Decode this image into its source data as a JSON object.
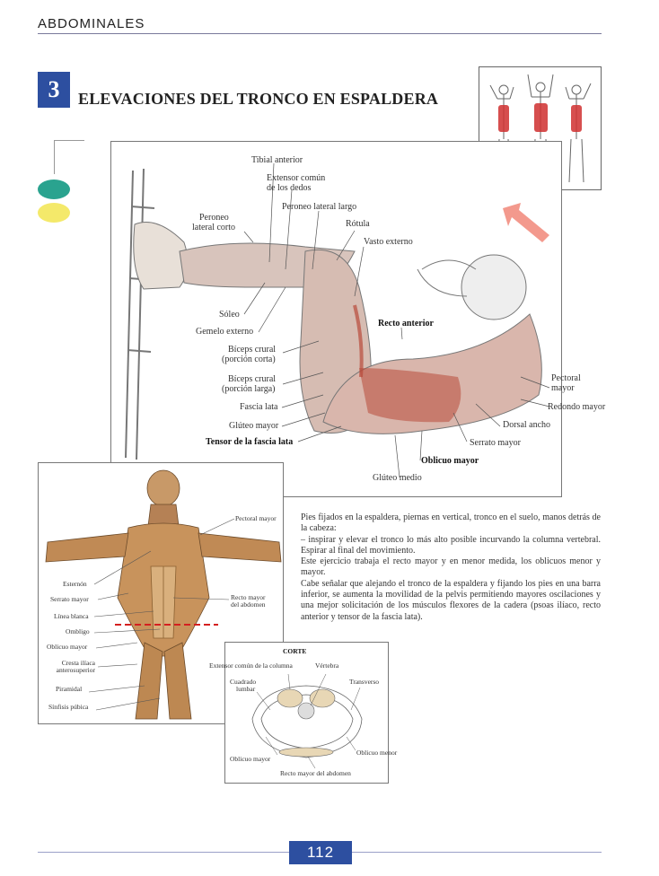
{
  "header": {
    "section": "ABDOMINALES"
  },
  "exercise": {
    "number": "3",
    "title": "ELEVACIONES DEL TRONCO EN ESPALDERA"
  },
  "main_labels": {
    "tibial_anterior": "Tibial anterior",
    "extensor_comun_1": "Extensor común",
    "extensor_comun_2": "de los dedos",
    "peroneo_lateral_largo": "Peroneo lateral largo",
    "peroneo_corto_1": "Peroneo",
    "peroneo_corto_2": "lateral corto",
    "rotula": "Rótula",
    "vasto_externo": "Vasto externo",
    "soleo": "Sóleo",
    "gemelo_externo": "Gemelo externo",
    "recto_anterior": "Recto anterior",
    "biceps_corta_1": "Bíceps crural",
    "biceps_corta_2": "(porción corta)",
    "biceps_larga_1": "Bíceps crural",
    "biceps_larga_2": "(porción larga)",
    "fascia_lata": "Fascia lata",
    "gluteo_mayor": "Glúteo mayor",
    "tensor_fascia_lata": "Tensor de la fascia lata",
    "pectoral_mayor_1": "Pectoral",
    "pectoral_mayor_2": "mayor",
    "redondo_mayor": "Redondo mayor",
    "dorsal_ancho": "Dorsal ancho",
    "serrato_mayor": "Serrato mayor",
    "oblicuo_mayor": "Oblicuo mayor",
    "gluteo_medio": "Glúteo medio"
  },
  "anatomy_labels": {
    "pectoral_mayor": "Pectoral mayor",
    "esternon": "Esternón",
    "serrato_mayor": "Serrato mayor",
    "linea_blanca": "Línea blanca",
    "ombligo": "Ombligo",
    "oblicuo_mayor": "Oblicuo mayor",
    "cresta_1": "Cresta ilíaca",
    "cresta_2": "anterosuperior",
    "piramidal": "Piramidal",
    "sinfisis": "Sínfisis púbica",
    "recto_mayor_1": "Recto mayor",
    "recto_mayor_2": "del abdomen"
  },
  "corte": {
    "title": "CORTE",
    "extensor": "Extensor común de la columna",
    "vertebra": "Vértebra",
    "cuadrado_1": "Cuadrado",
    "cuadrado_2": "lumbar",
    "transverso": "Transverso",
    "oblicuo_menor": "Oblicuo menor",
    "oblicuo_mayor": "Oblicuo mayor",
    "recto_mayor": "Recto mayor del abdomen"
  },
  "description": {
    "p1": "Pies fijados en la espaldera, piernas en vertical, tronco en el suelo, manos detrás de la cabeza:",
    "p2": "– inspirar y elevar el tronco lo más alto posible incurvando la columna vertebral. Espirar al final del movimiento.",
    "p3": "Este ejercicio trabaja el recto mayor y en menor medida, los oblicuos menor y mayor.",
    "p4": "Cabe señalar que alejando el tronco de la espaldera y fijando los pies en una barra inferior, se aumenta la movilidad de la pelvis permitiendo mayores oscilaciones y una mejor solicitación de los músculos flexores de la cadera (psoas ilíaco, recto anterior y tensor de la fascia lata)."
  },
  "footer": {
    "page_number": "112"
  },
  "colors": {
    "accent_blue": "#2d4fa0",
    "dot_green": "#2aa38f",
    "dot_yellow": "#f4e96a",
    "muscle_red": "#c0392b",
    "arrow": "#f08070"
  }
}
